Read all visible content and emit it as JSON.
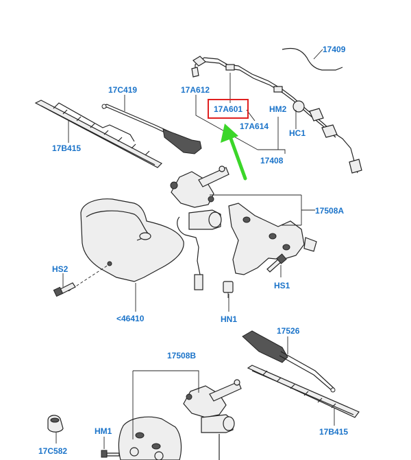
{
  "colors": {
    "label": "#1a73c9",
    "highlight_box": "#e02020",
    "arrow": "#3bd629"
  },
  "labels": {
    "p17409": "17409",
    "p17A612": "17A612",
    "p17C419": "17C419",
    "p17A601": "17A601",
    "pHM2": "HM2",
    "p17A614": "17A614",
    "pHC1": "HC1",
    "p17B415_top": "17B415",
    "p17408": "17408",
    "p17508A": "17508A",
    "pHS2": "HS2",
    "pHS1": "HS1",
    "p46410": "<46410",
    "pHN1": "HN1",
    "p17526": "17526",
    "p17508B": "17508B",
    "pHM1": "HM1",
    "p17B415_bottom": "17B415",
    "p17C582": "17C582"
  },
  "icons": {
    "highlight": "highlight-box",
    "pointer": "arrow-up-left-icon"
  }
}
